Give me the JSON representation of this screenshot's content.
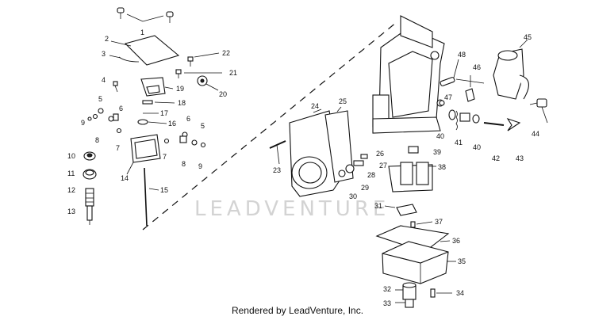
{
  "watermark": "LEADVENTURE",
  "footer": "Rendered by LeadVenture, Inc.",
  "callouts": [
    "1",
    "2",
    "3",
    "4",
    "5",
    "6",
    "7",
    "8",
    "9",
    "10",
    "11",
    "12",
    "13",
    "14",
    "15",
    "16",
    "17",
    "18",
    "19",
    "20",
    "21",
    "22",
    "23",
    "24",
    "25",
    "26",
    "27",
    "28",
    "29",
    "30",
    "31",
    "32",
    "33",
    "34",
    "35",
    "36",
    "37",
    "38",
    "39",
    "40",
    "41",
    "42",
    "43",
    "44",
    "45",
    "46",
    "47",
    "48",
    "5",
    "6",
    "7",
    "8",
    "9",
    "40"
  ]
}
